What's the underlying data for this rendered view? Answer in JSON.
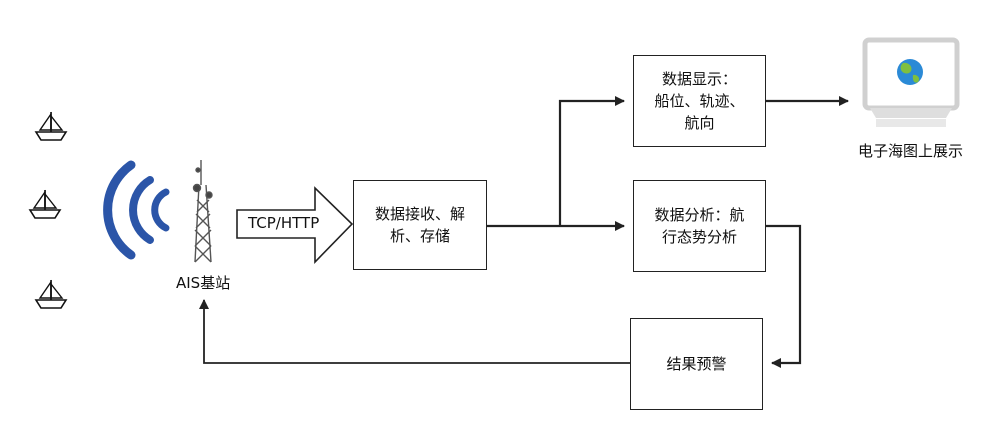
{
  "diagram": {
    "protocol_label": "TCP/HTTP",
    "station_label": "AIS基站",
    "receive_box": {
      "lines": [
        "数据接收、解",
        "析、存储"
      ]
    },
    "display_box": {
      "lines": [
        "数据显示：",
        "船位、轨迹、",
        "航向"
      ]
    },
    "analysis_box": {
      "lines": [
        "数据分析：航",
        "行态势分析"
      ]
    },
    "warning_box": {
      "lines": [
        "结果预警"
      ]
    },
    "screen_label": "电子海图上展示"
  },
  "colors": {
    "signal_blue": "#2b55a8",
    "line": "#222222",
    "monitor_frame": "#d9d9d9",
    "globe_blue": "#2b8ad6",
    "globe_green": "#7fbf3f"
  },
  "icons": [
    "ship-icon",
    "ship-icon",
    "ship-icon",
    "signal-wave-icon",
    "radio-tower-icon",
    "monitor-icon",
    "globe-icon"
  ]
}
